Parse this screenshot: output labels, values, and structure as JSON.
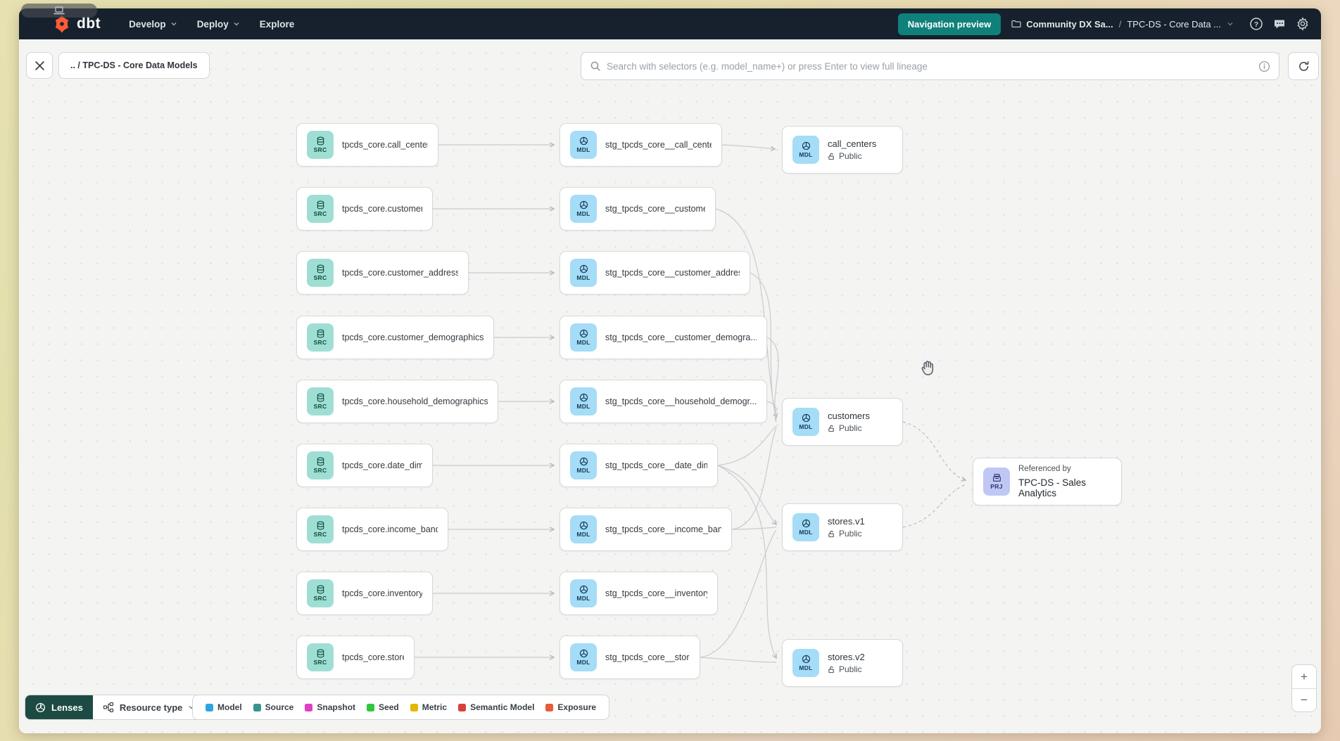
{
  "navbar": {
    "logo_text": "dbt",
    "menus": [
      {
        "label": "Develop"
      },
      {
        "label": "Deploy"
      },
      {
        "label": "Explore"
      }
    ],
    "nav_preview_label": "Navigation preview",
    "breadcrumb": {
      "project": "Community DX Sa...",
      "separator": "/",
      "page": "TPC-DS - Core Data ..."
    }
  },
  "toolbar": {
    "close_label": "✕",
    "lineage_breadcrumb": ".. / TPC-DS - Core Data Models",
    "search_placeholder": "Search with selectors (e.g. model_name+) or press Enter to view full lineage",
    "search_value": ""
  },
  "graph": {
    "badges": {
      "src": "SRC",
      "mdl": "MDL",
      "prj": "PRJ"
    },
    "sources": [
      "tpcds_core.call_center",
      "tpcds_core.customer",
      "tpcds_core.customer_address",
      "tpcds_core.customer_demographics",
      "tpcds_core.household_demographics",
      "tpcds_core.date_dim",
      "tpcds_core.income_band",
      "tpcds_core.inventory",
      "tpcds_core.store"
    ],
    "staging": [
      "stg_tpcds_core__call_center",
      "stg_tpcds_core__customer",
      "stg_tpcds_core__customer_address",
      "stg_tpcds_core__customer_demogra...",
      "stg_tpcds_core__household_demogr...",
      "stg_tpcds_core__date_dim",
      "stg_tpcds_core__income_band",
      "stg_tpcds_core__inventory",
      "stg_tpcds_core__store"
    ],
    "public_nodes": [
      {
        "label": "call_centers",
        "visibility": "Public"
      },
      {
        "label": "customers",
        "visibility": "Public"
      },
      {
        "label": "stores.v1",
        "visibility": "Public"
      },
      {
        "label": "stores.v2",
        "visibility": "Public"
      }
    ],
    "project_node": {
      "title": "Referenced by",
      "name": "TPC-DS - Sales Analytics"
    }
  },
  "footer": {
    "lenses_label": "Lenses",
    "resource_type_label": "Resource type"
  },
  "legend": {
    "items": [
      {
        "label": "Model",
        "color": "#2ca6e0"
      },
      {
        "label": "Source",
        "color": "#3a948c"
      },
      {
        "label": "Snapshot",
        "color": "#e23ec3"
      },
      {
        "label": "Seed",
        "color": "#31c73c"
      },
      {
        "label": "Metric",
        "color": "#e3b702"
      },
      {
        "label": "Semantic Model",
        "color": "#d9403a"
      },
      {
        "label": "Exposure",
        "color": "#e65c37"
      }
    ]
  },
  "zoom_controls": {
    "zoom_in": "+",
    "zoom_out": "−"
  },
  "colors": {
    "navbar_bg": "#16212d",
    "brand_orange": "#ff5c35",
    "nav_preview_teal": "#0f807a",
    "lenses_teal": "#1d4b43",
    "src_badge_bg": "#9fdfd3",
    "mdl_badge_bg": "#a5dcf7",
    "prj_badge_bg": "#c0c7f4"
  }
}
